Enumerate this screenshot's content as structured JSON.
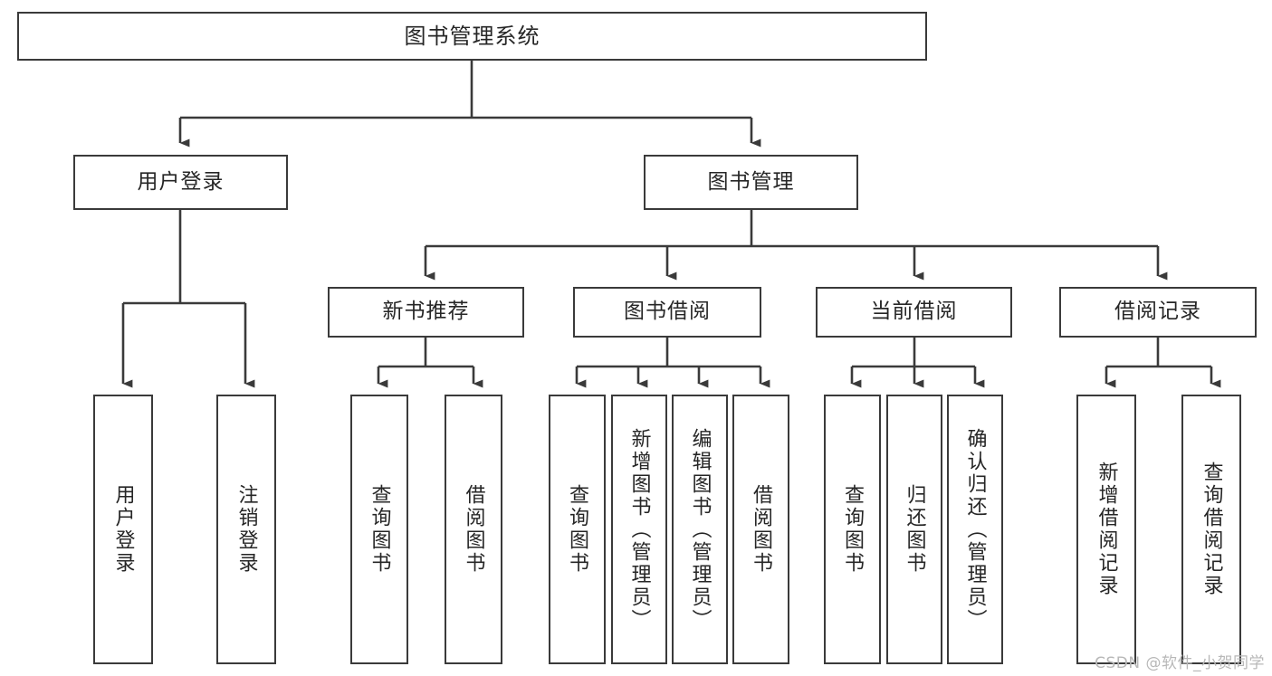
{
  "diagram": {
    "title": "图书管理系统",
    "type": "tree-hierarchy-chart",
    "watermark": "CSDN @软件_小贺同学",
    "colors": {
      "box_border": "#3a3a3a",
      "box_fill": "#ffffff",
      "connector": "#3a3a3a",
      "text": "#262626",
      "watermark": "#b8b8b8",
      "background": "#ffffff"
    },
    "root": {
      "label": "图书管理系统"
    },
    "level2": [
      {
        "id": "user-login",
        "label": "用户登录"
      },
      {
        "id": "book-manage",
        "label": "图书管理"
      }
    ],
    "level3": [
      {
        "id": "new-book-recommend",
        "label": "新书推荐"
      },
      {
        "id": "book-borrow",
        "label": "图书借阅"
      },
      {
        "id": "current-borrow",
        "label": "当前借阅"
      },
      {
        "id": "borrow-record",
        "label": "借阅记录"
      }
    ],
    "leaves": [
      {
        "id": "leaf-user-login",
        "label": "用户登录",
        "parent": "user-login"
      },
      {
        "id": "leaf-user-logout",
        "label": "注销登录",
        "parent": "user-login"
      },
      {
        "id": "leaf-query-book-1",
        "label": "查询图书",
        "parent": "new-book-recommend"
      },
      {
        "id": "leaf-borrow-book-1",
        "label": "借阅图书",
        "parent": "new-book-recommend"
      },
      {
        "id": "leaf-query-book-2",
        "label": "查询图书",
        "parent": "book-borrow"
      },
      {
        "id": "leaf-add-book",
        "label": "新增图书（管理员）",
        "parent": "book-borrow"
      },
      {
        "id": "leaf-edit-book",
        "label": "编辑图书（管理员）",
        "parent": "book-borrow"
      },
      {
        "id": "leaf-borrow-book-2",
        "label": "借阅图书",
        "parent": "book-borrow"
      },
      {
        "id": "leaf-query-book-3",
        "label": "查询图书",
        "parent": "current-borrow"
      },
      {
        "id": "leaf-return-book",
        "label": "归还图书",
        "parent": "current-borrow"
      },
      {
        "id": "leaf-confirm-return",
        "label": "确认归还（管理员）",
        "parent": "current-borrow"
      },
      {
        "id": "leaf-add-record",
        "label": "新增借阅记录",
        "parent": "borrow-record"
      },
      {
        "id": "leaf-query-record",
        "label": "查询借阅记录",
        "parent": "borrow-record"
      }
    ]
  }
}
